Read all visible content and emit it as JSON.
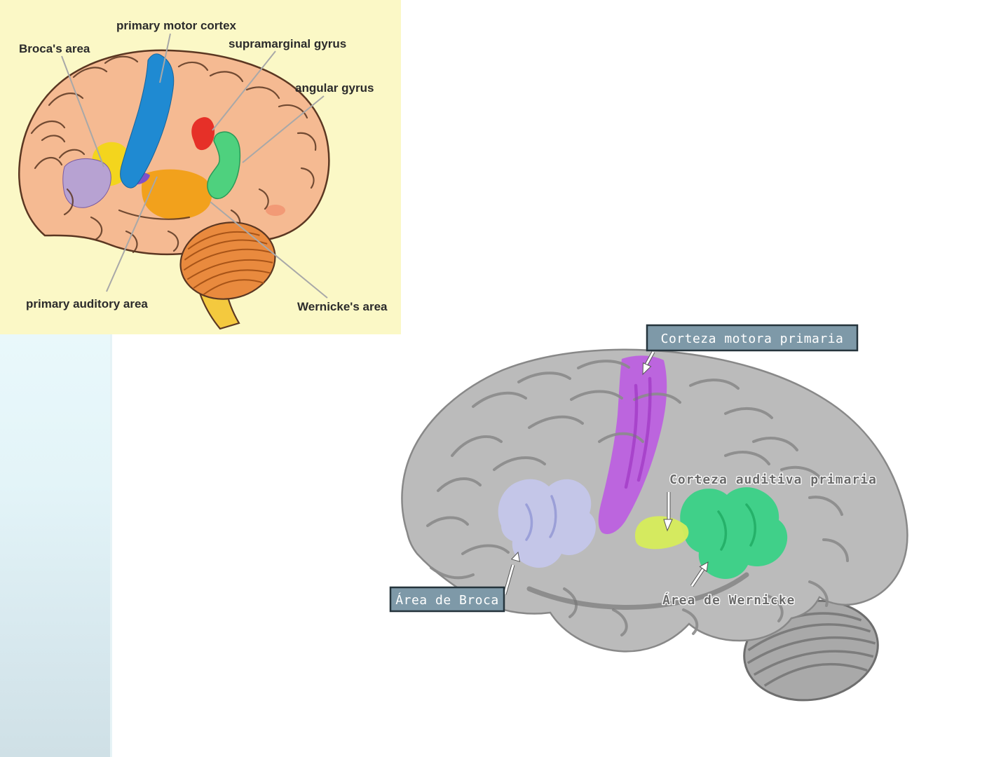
{
  "slide": {
    "background": "#ffffff"
  },
  "left_strip": {
    "top_color": "#e9f8fb",
    "bottom_color": "#cfe0e6"
  },
  "figure_english": {
    "title": "brain-language-areas-english",
    "background": "#fbf8c6",
    "labels": {
      "motor": "primary motor cortex",
      "broca": "Broca's area",
      "supramarginal": "supramarginal gyrus",
      "angular": "angular gyrus",
      "auditory": "primary auditory area",
      "wernicke": "Wernicke's area"
    },
    "colors": {
      "brain": "#f5ba92",
      "outline": "#5b3722",
      "motor_strip": "#1f8ad2",
      "frontal_patch": "#f3d51d",
      "broca_region": "#b7a2d2",
      "opercular_strip": "#8050c8",
      "supramarginal_region": "#e63028",
      "angular_region": "#4ed17e",
      "auditory_region": "#f2a11c",
      "cerebellum": "#e98a3e",
      "brainstem": "#f4c93e"
    }
  },
  "figure_spanish": {
    "title": "brain-language-areas-spanish",
    "labels": {
      "motor": "Corteza motora primaria",
      "auditory": "Corteza auditiva primaria",
      "broca": "Área de Broca",
      "wernicke": "Área de Wernicke"
    },
    "label_box": {
      "background": "#7e99a8",
      "border": "#25343c",
      "text_color": "#ffffff"
    },
    "plain_label_color": "#6a6a6a",
    "colors": {
      "brain": "#bbbbbb",
      "sulci": "#8b8b8b",
      "motor_region": "#bd5ce2",
      "broca_region": "#c4c7ec",
      "auditory_region": "#d6ec5a",
      "wernicke_region": "#35d184"
    }
  }
}
